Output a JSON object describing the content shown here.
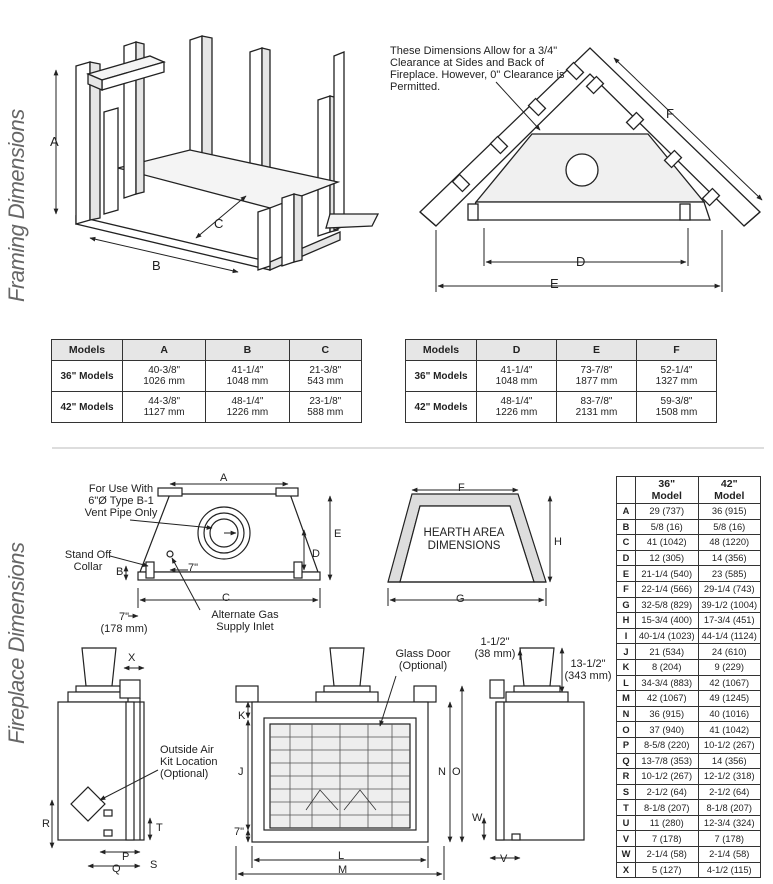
{
  "section_titles": {
    "framing": "Framing Dimensions",
    "fireplace": "Fireplace Dimensions"
  },
  "framing": {
    "note": [
      "These Dimensions Allow for a 3/4\"",
      "Clearance at Sides and Back of",
      "Fireplace. However, 0\" Clearance is",
      "Permitted."
    ],
    "labels": {
      "A": "A",
      "B": "B",
      "C": "C",
      "D": "D",
      "E": "E",
      "F": "F"
    },
    "table1": {
      "headers": [
        "Models",
        "A",
        "B",
        "C"
      ],
      "rows": [
        {
          "model": "36\" Models",
          "cells": [
            [
              "40-3/8\"",
              "1026 mm"
            ],
            [
              "41-1/4\"",
              "1048 mm"
            ],
            [
              "21-3/8\"",
              "543 mm"
            ]
          ]
        },
        {
          "model": "42\" Models",
          "cells": [
            [
              "44-3/8\"",
              "1127 mm"
            ],
            [
              "48-1/4\"",
              "1226 mm"
            ],
            [
              "23-1/8\"",
              "588 mm"
            ]
          ]
        }
      ]
    },
    "table2": {
      "headers": [
        "Models",
        "D",
        "E",
        "F"
      ],
      "rows": [
        {
          "model": "36\" Models",
          "cells": [
            [
              "41-1/4\"",
              "1048 mm"
            ],
            [
              "73-7/8\"",
              "1877 mm"
            ],
            [
              "52-1/4\"",
              "1327 mm"
            ]
          ]
        },
        {
          "model": "42\" Models",
          "cells": [
            [
              "48-1/4\"",
              "1226 mm"
            ],
            [
              "83-7/8\"",
              "2131 mm"
            ],
            [
              "59-3/8\"",
              "1508 mm"
            ]
          ]
        }
      ]
    }
  },
  "fireplace": {
    "callouts": {
      "vent": [
        "For Use With",
        "6\"Ø Type B-1",
        "Vent Pipe Only"
      ],
      "standoff": [
        "Stand Off",
        "Collar"
      ],
      "gas": [
        "Alternate Gas",
        "Supply Inlet"
      ],
      "seven_in": "7\"",
      "seven_mm": "(178 mm)",
      "hearth": [
        "HEARTH AREA",
        "DIMENSIONS"
      ],
      "glass": [
        "Glass Door",
        "(Optional)"
      ],
      "outside_air": [
        "Outside Air",
        "Kit Location",
        "(Optional)"
      ],
      "dim_15": "1-1/2\"",
      "dim_15mm": "(38 mm)",
      "dim_135": "13-1/2\"",
      "dim_135mm": "(343 mm)"
    },
    "letters": {
      "A": "A",
      "B": "B",
      "C": "C",
      "D": "D",
      "E": "E",
      "F": "F",
      "G": "G",
      "H": "H",
      "J": "J",
      "K": "K",
      "L": "L",
      "M": "M",
      "N": "N",
      "O": "O",
      "P": "P",
      "Q": "Q",
      "R": "R",
      "S": "S",
      "T": "T",
      "V": "V",
      "W": "W",
      "X": "X",
      "seven": "7\""
    },
    "table": {
      "headers": [
        [
          "36\"",
          "Model"
        ],
        [
          "42\"",
          "Model"
        ]
      ],
      "rows": [
        [
          "A",
          "29 (737)",
          "36 (915)"
        ],
        [
          "B",
          "5/8 (16)",
          "5/8 (16)"
        ],
        [
          "C",
          "41 (1042)",
          "48 (1220)"
        ],
        [
          "D",
          "12 (305)",
          "14 (356)"
        ],
        [
          "E",
          "21-1/4 (540)",
          "23 (585)"
        ],
        [
          "F",
          "22-1/4 (566)",
          "29-1/4 (743)"
        ],
        [
          "G",
          "32-5/8 (829)",
          "39-1/2 (1004)"
        ],
        [
          "H",
          "15-3/4 (400)",
          "17-3/4 (451)"
        ],
        [
          "I",
          "40-1/4 (1023)",
          "44-1/4 (1124)"
        ],
        [
          "J",
          "21 (534)",
          "24 (610)"
        ],
        [
          "K",
          "8 (204)",
          "9 (229)"
        ],
        [
          "L",
          "34-3/4 (883)",
          "42 (1067)"
        ],
        [
          "M",
          "42 (1067)",
          "49 (1245)"
        ],
        [
          "N",
          "36 (915)",
          "40 (1016)"
        ],
        [
          "O",
          "37 (940)",
          "41 (1042)"
        ],
        [
          "P",
          "8-5/8 (220)",
          "10-1/2 (267)"
        ],
        [
          "Q",
          "13-7/8 (353)",
          "14 (356)"
        ],
        [
          "R",
          "10-1/2 (267)",
          "12-1/2 (318)"
        ],
        [
          "S",
          "2-1/2 (64)",
          "2-1/2 (64)"
        ],
        [
          "T",
          "8-1/8 (207)",
          "8-1/8 (207)"
        ],
        [
          "U",
          "11 (280)",
          "12-3/4 (324)"
        ],
        [
          "V",
          "7 (178)",
          "7 (178)"
        ],
        [
          "W",
          "2-1/4 (58)",
          "2-1/4 (58)"
        ],
        [
          "X",
          "5 (127)",
          "4-1/2 (115)"
        ]
      ]
    }
  }
}
